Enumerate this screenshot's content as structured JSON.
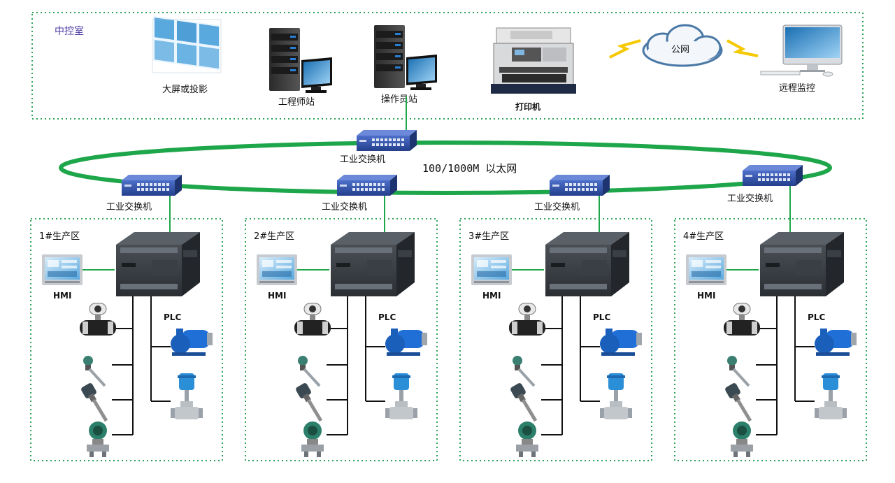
{
  "control_room": {
    "title": "中控室",
    "devices": [
      {
        "id": "display",
        "label": "大屏或投影"
      },
      {
        "id": "eng",
        "label": "工程师站"
      },
      {
        "id": "op",
        "label": "操作员站"
      },
      {
        "id": "printer",
        "label": "打印机"
      },
      {
        "id": "cloud",
        "label": "公网"
      },
      {
        "id": "remote",
        "label": "远程监控"
      }
    ]
  },
  "network": {
    "ring_label": "100/1000M 以太网",
    "switch_label": "工业交换机"
  },
  "zones": [
    {
      "title": "1#生产区"
    },
    {
      "title": "2#生产区"
    },
    {
      "title": "3#生产区"
    },
    {
      "title": "4#生产区"
    }
  ],
  "zone_labels": {
    "hmi": "HMI",
    "plc": "PLC"
  },
  "colors": {
    "green": "#1ea64a",
    "switch_blue": "#2f4fa8",
    "lightning": "#f5c800",
    "title_purple": "#4b3aa6"
  }
}
